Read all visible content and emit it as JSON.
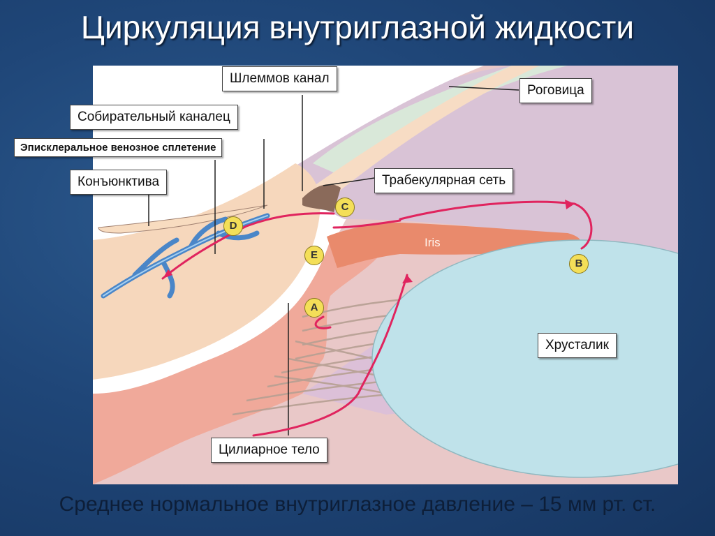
{
  "title": "Циркуляция внутриглазной жидкости",
  "footer": "Среднее нормальное внутриглазное давление – 15 мм рт. ст.",
  "labels": {
    "schlemm": "Шлеммов канал",
    "collector": "Собирательный каналец",
    "episcleral": "Эписклеральное венозное сплетение",
    "conjunctiva": "Конъюнктива",
    "cornea": "Роговица",
    "trabecular": "Трабекулярная сеть",
    "lens": "Хрусталик",
    "ciliary": "Цилиарное тело",
    "iris": "Iris"
  },
  "markers": {
    "a": "A",
    "b": "B",
    "c": "C",
    "d": "D",
    "e": "E"
  },
  "colors": {
    "background": "#1f4678",
    "flow_arrow": "#e0245e",
    "marker": "#f4df58",
    "vein": "#4a86c8"
  }
}
